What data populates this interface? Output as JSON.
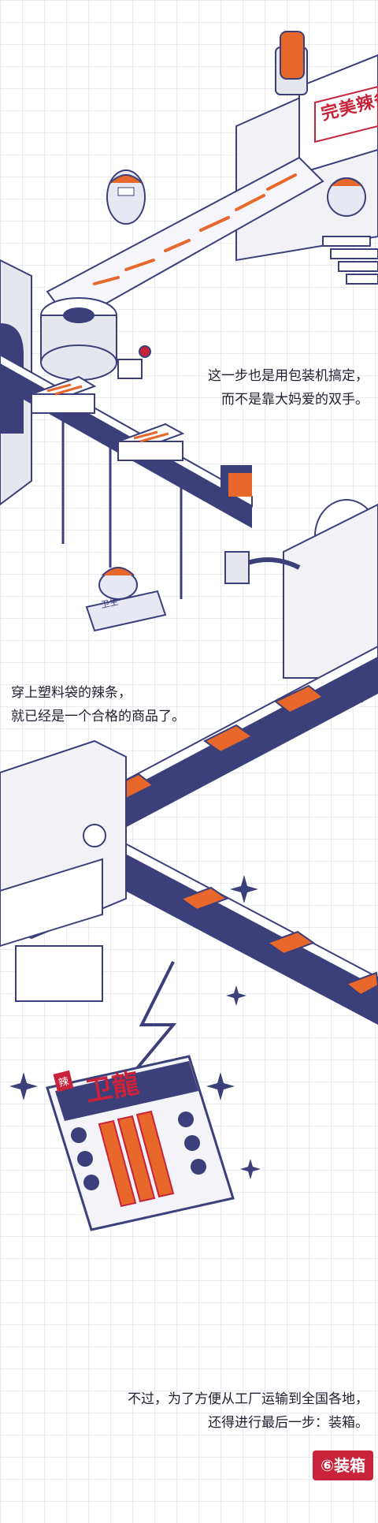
{
  "captions": {
    "step_packaging_machine": [
      "这一步也是用包装机搞定，",
      "而不是靠大妈爱的双手。"
    ],
    "bagged_product": [
      "穿上塑料袋的辣条，",
      "就已经是一个合格的商品了。"
    ],
    "transport": [
      "不过，为了方便从工厂运输到全国各地，",
      "还得进行最后一步：装箱。"
    ]
  },
  "step_badge": "⑥装箱",
  "signage": {
    "machine_sign": "完美辣条",
    "package_brand": "卫龍",
    "package_tag": "辣",
    "worker_badge": "卫生"
  },
  "colors": {
    "navy": "#3b3f7a",
    "red": "#c8233a",
    "orange": "#e8672a",
    "machine_gray": "#e6e6ee"
  }
}
